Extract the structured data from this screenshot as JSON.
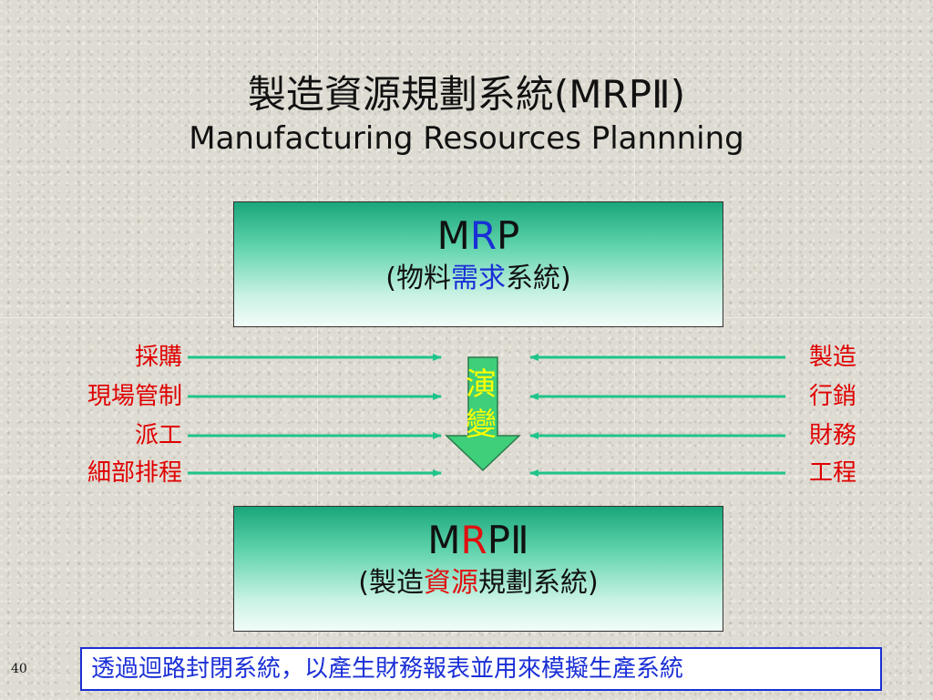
{
  "title": {
    "zh": "製造資源規劃系統(MRPⅡ)",
    "en": "Manufacturing Resources Plannning"
  },
  "mrp_box": {
    "code_pre": "M",
    "code_accent": "R",
    "code_post": "P",
    "desc_pre": "(物料",
    "desc_accent": "需求",
    "desc_post": "系統)"
  },
  "mrp2_box": {
    "code_pre": "M",
    "code_accent": "R",
    "code_post": "PⅡ",
    "desc_pre": "(製造",
    "desc_accent": "資源",
    "desc_post": "規劃系統)"
  },
  "evolution_label": [
    "演",
    "變"
  ],
  "left_inputs": [
    "採購",
    "現場管制",
    "派工",
    "細部排程"
  ],
  "right_inputs": [
    "製造",
    "行銷",
    "財務",
    "工程"
  ],
  "note": "透過迴路封閉系統，以產生財務報表並用來模擬生產系統",
  "page_number": "40",
  "colors": {
    "box_gradient_top": "#1aa67a",
    "arrow_line": "#1fc48a",
    "down_arrow": "#3fcf7a",
    "label_red": "#e00000",
    "accent_blue": "#1a2fd6",
    "evolution_text": "#ffff00"
  }
}
